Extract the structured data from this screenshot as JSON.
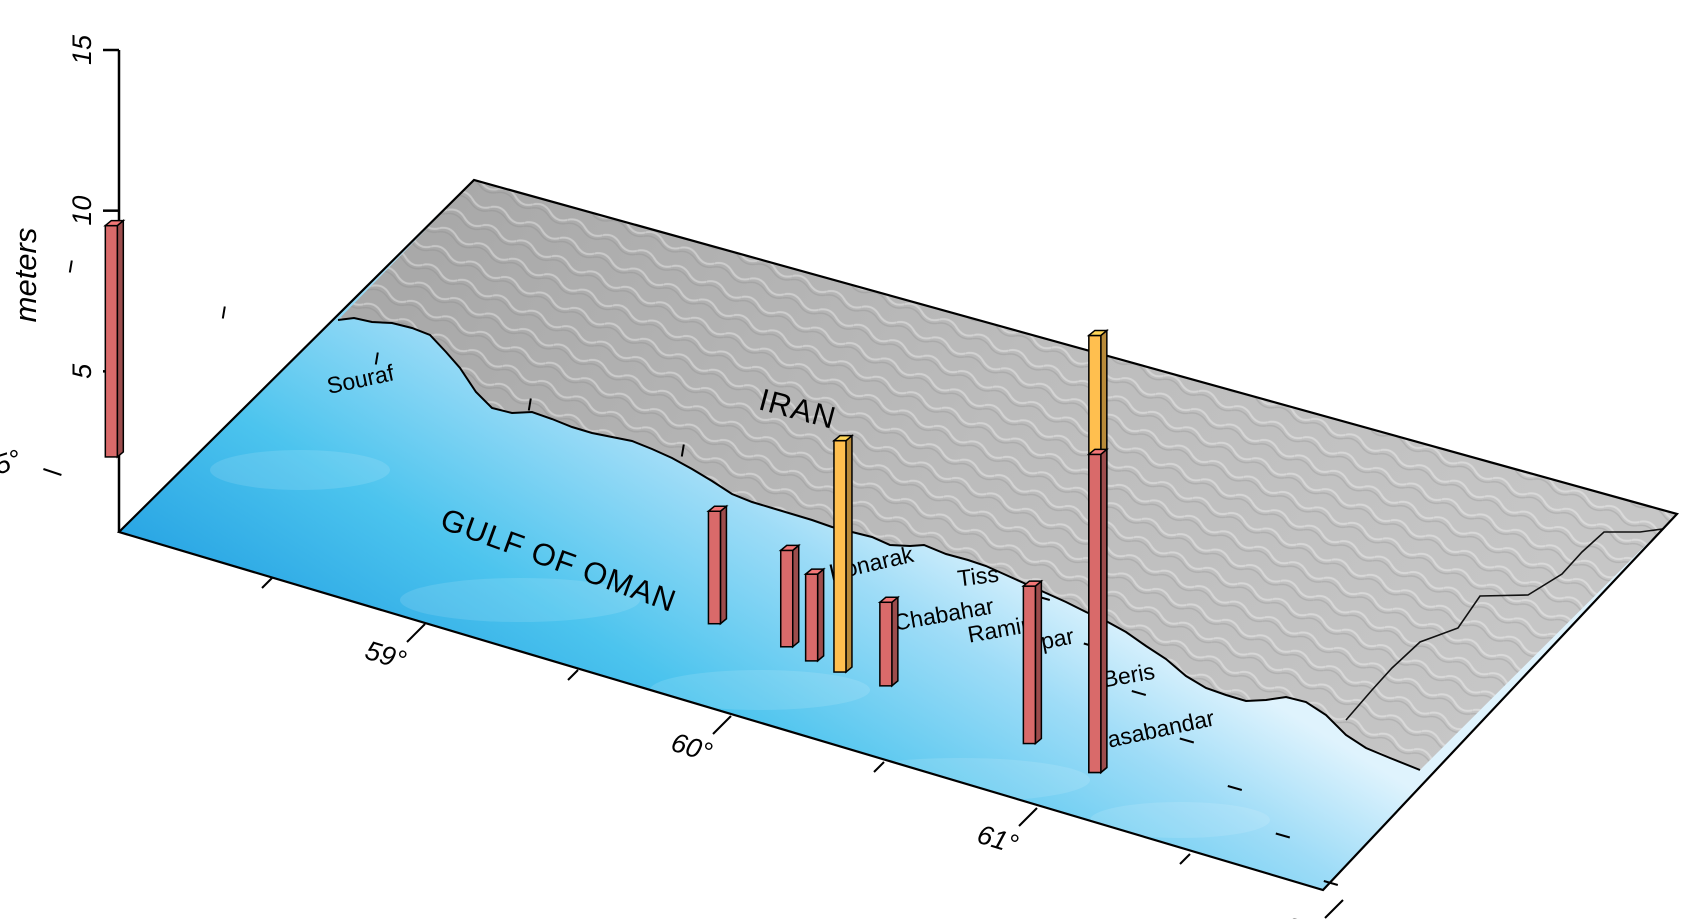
{
  "chart_data": {
    "type": "bar",
    "zlabel": "meters",
    "zlim": [
      0,
      15
    ],
    "z_ticks": [
      "5",
      "10",
      "15"
    ],
    "lon_ticks": [
      "59°",
      "60°",
      "61°",
      "62°"
    ],
    "lat_ticks": [
      "25°",
      "26°"
    ],
    "regions": {
      "land": "IRAN",
      "sea": "GULF OF OMAN"
    },
    "places": [
      "Souraf",
      "Konarak",
      "Tiss",
      "Chabahar",
      "Ramin",
      "Lipar",
      "Beris",
      "Pasabandar"
    ],
    "series": [
      {
        "color": "#d96a6a",
        "values": [
          {
            "place": "Souraf",
            "lon": 58.32,
            "lat": 25.25,
            "z": 7.2
          },
          {
            "place": "Konarak",
            "lon": 60.36,
            "lat": 25.36,
            "z": 3.5
          },
          {
            "place": "Tiss",
            "lon": 60.59,
            "lat": 25.35,
            "z": 3.0
          },
          {
            "place": "Chabahar",
            "lon": 60.64,
            "lat": 25.3,
            "z": 2.7
          },
          {
            "place": "Lipar",
            "lon": 60.87,
            "lat": 25.28,
            "z": 2.6
          },
          {
            "place": "Beris",
            "lon": 61.27,
            "lat": 25.17,
            "z": 4.9
          },
          {
            "place": "Pasabandar",
            "lon": 61.44,
            "lat": 25.1,
            "z": 9.9
          }
        ]
      },
      {
        "color": "#ffbf4f",
        "values": [
          {
            "place": "Ramin",
            "lon": 60.72,
            "lat": 25.28,
            "z": 7.2
          },
          {
            "place": "Pasabandar",
            "lon": 61.44,
            "lat": 25.1,
            "z": 13.6
          }
        ]
      }
    ]
  },
  "colors": {
    "land": "#b4b4b4",
    "sea_deep": "#3ab6ea",
    "sea_shallow": "#d6f0fd",
    "bar_red": "#d96a6a",
    "bar_orange": "#ffbf4f"
  }
}
